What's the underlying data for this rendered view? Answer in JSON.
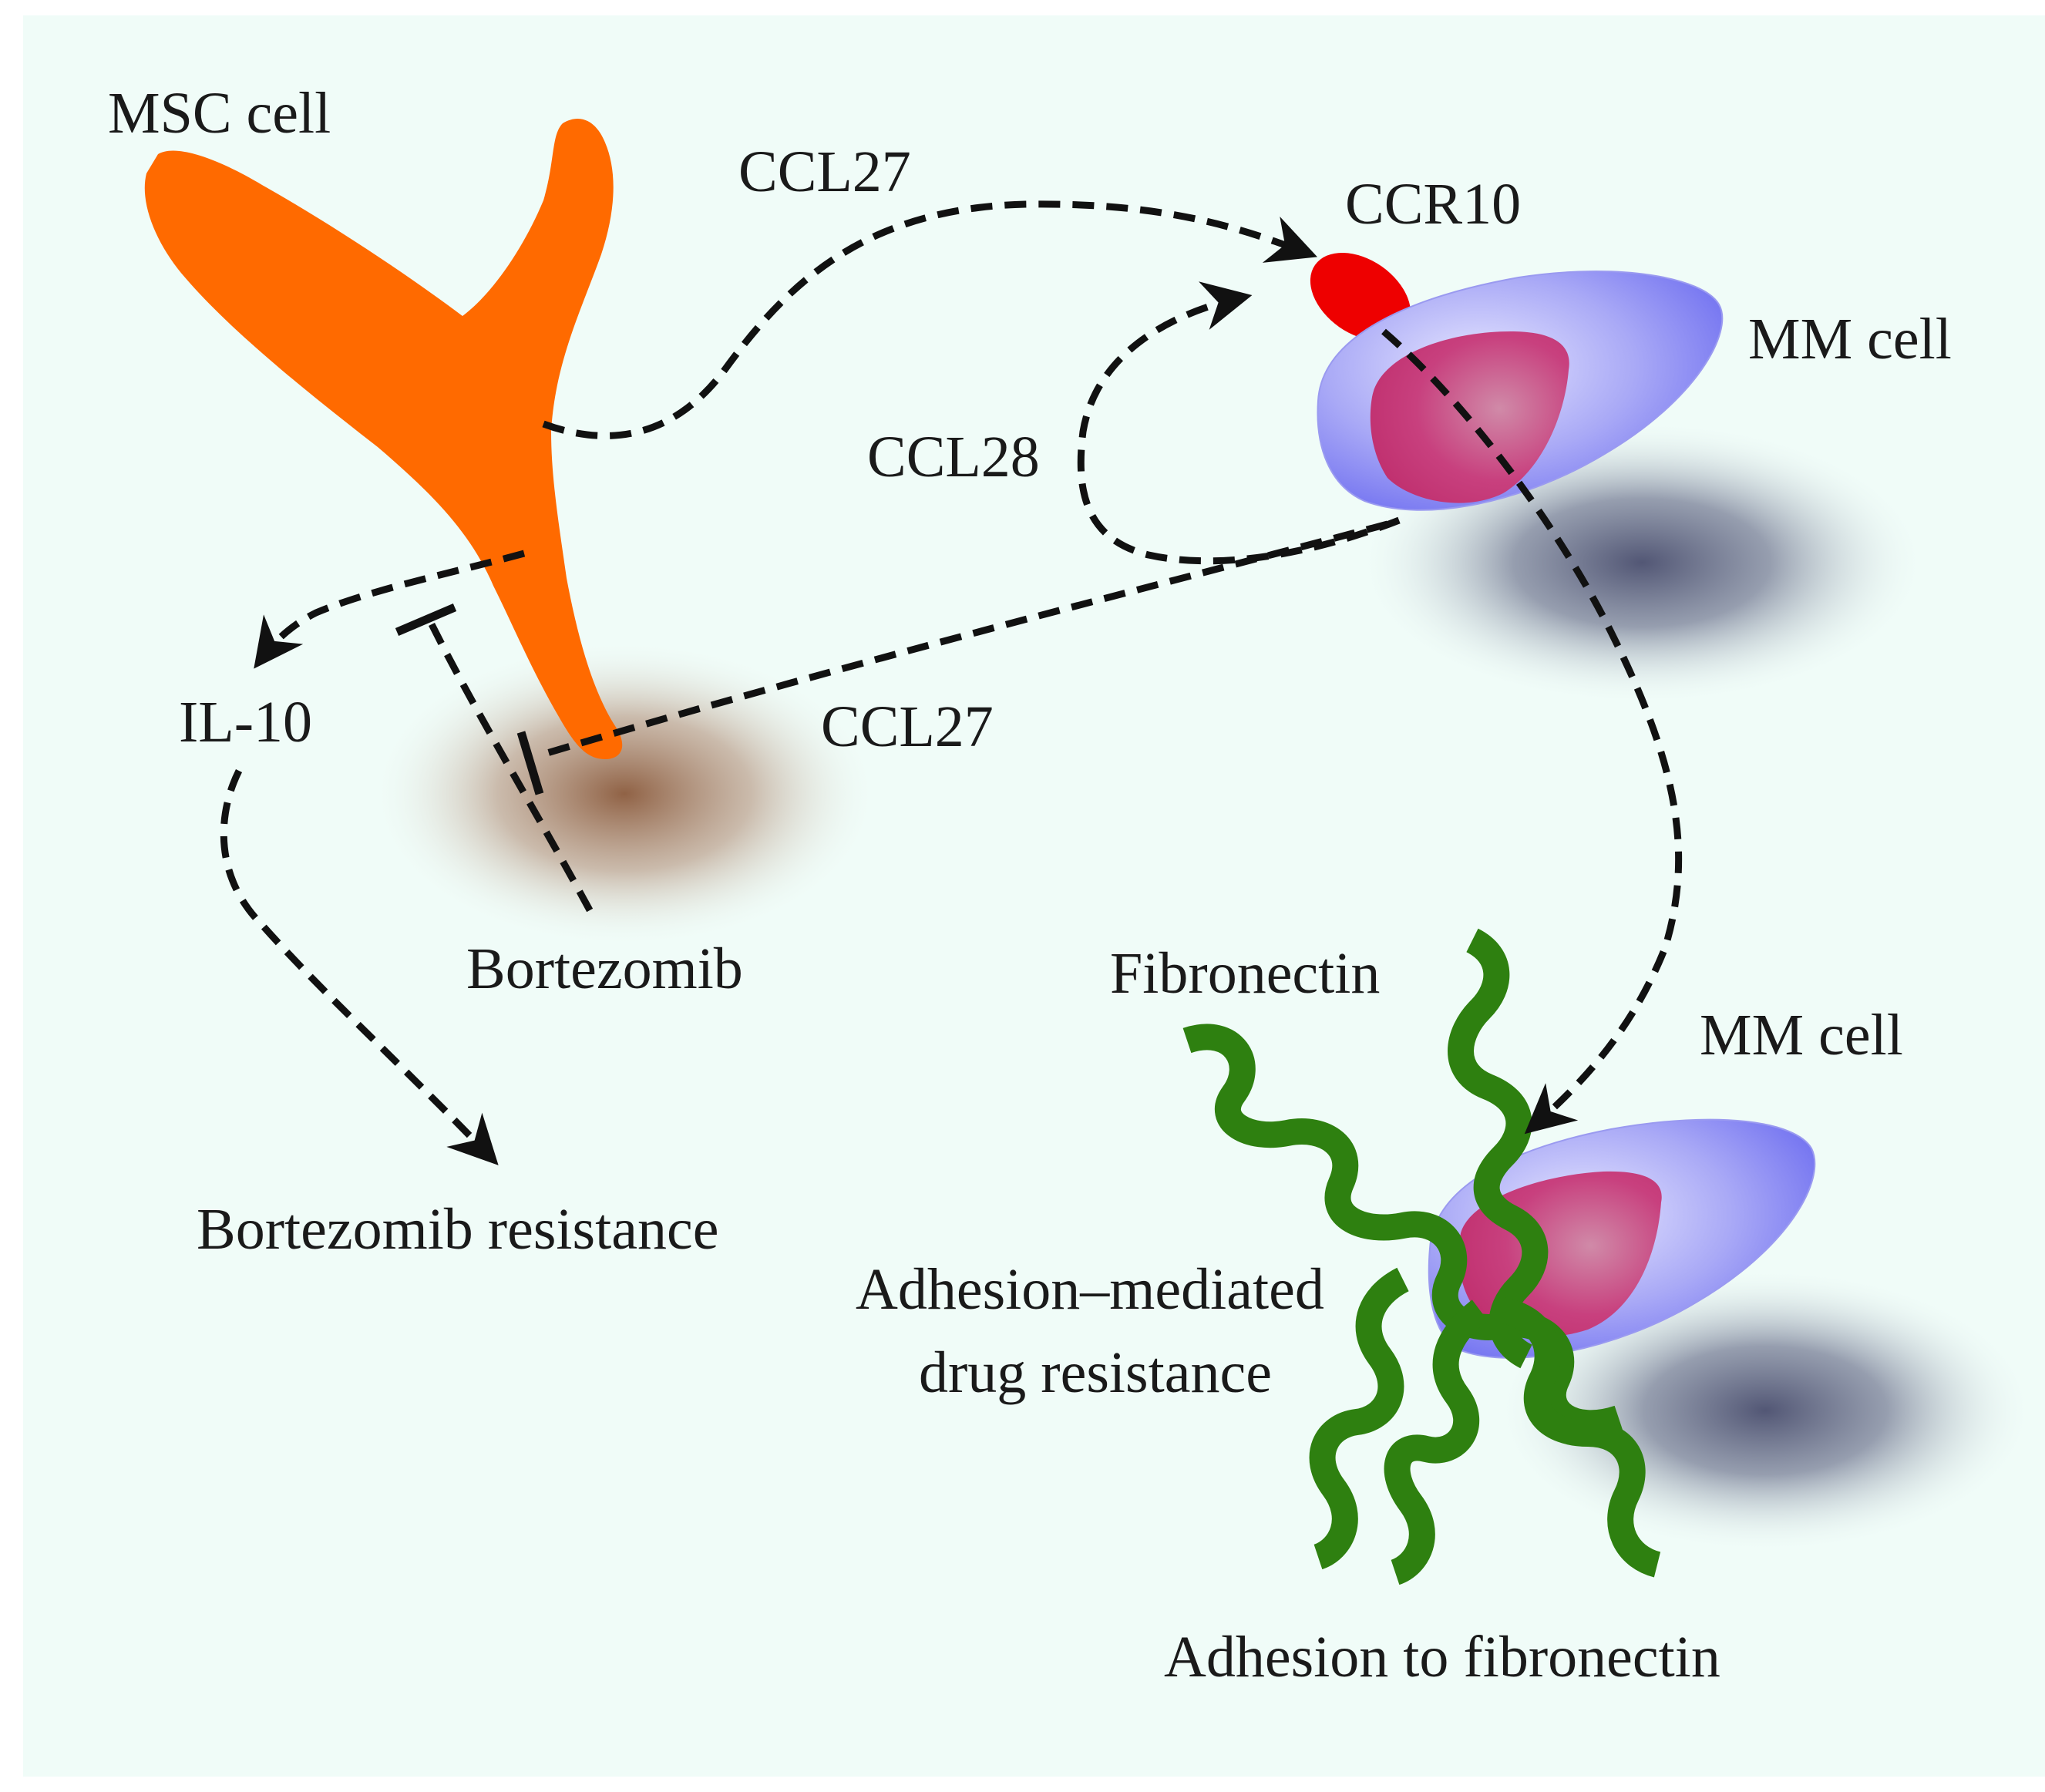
{
  "labels": {
    "msc_cell": "MSC cell",
    "ccl27_top": "CCL27",
    "ccr10": "CCR10",
    "mm_cell_top": "MM cell",
    "ccl28": "CCL28",
    "il10": "IL-10",
    "ccl27_mid": "CCL27",
    "bortezomib": "Bortezomib",
    "bortezomib_resistance": "Bortezomib resistance",
    "fibronectin": "Fibronectin",
    "mm_cell_bottom": "MM cell",
    "adhesion_mediated_line1": "Adhesion–mediated",
    "adhesion_mediated_line2": "drug resistance",
    "adhesion_to_fibronectin": "Adhesion to fibronectin"
  },
  "colors": {
    "background": "#f0fcf8",
    "msc_cell": "#ff6a00",
    "ccr10_receptor": "#ee0000",
    "mm_cell_body": "#8b8bf2",
    "mm_cell_nucleus": "#cc3f86",
    "fibronectin": "#2e8010",
    "shadow": "#4a4e6e",
    "brown_glow": "#8b5a3c",
    "arrow": "#111111"
  }
}
